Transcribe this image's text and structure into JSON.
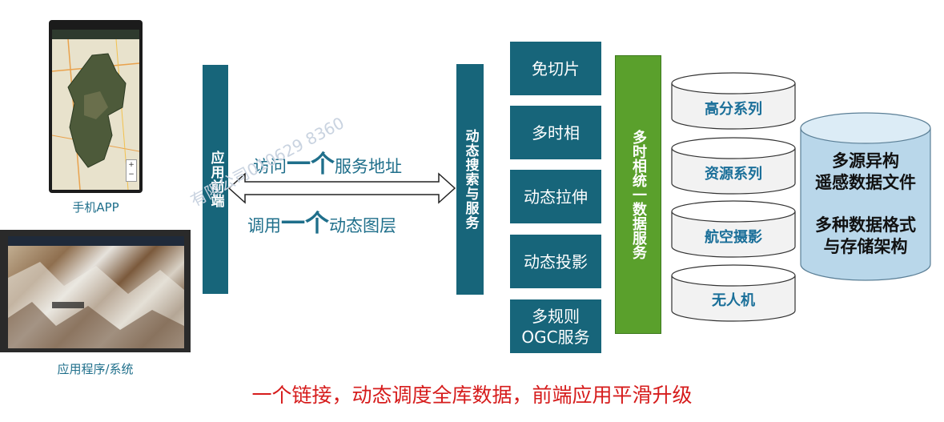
{
  "left": {
    "phone_caption": "手机APP",
    "laptop_caption": "应用程序/系统"
  },
  "frontend_bar": "应用前端",
  "flow": {
    "line1_pre": "访问",
    "line1_big": "一个",
    "line1_post": "服务地址",
    "line2_pre": "调用",
    "line2_big": "一个",
    "line2_post": "动态图层"
  },
  "search_bar": "动态搜索与服务",
  "services": [
    "免切片",
    "多时相",
    "动态拉伸",
    "动态投影",
    "多规则\nOGC服务"
  ],
  "unified_bar": "多时相统一数据服务",
  "sources": [
    "高分系列",
    "资源系列",
    "航空摄影",
    "无人机"
  ],
  "storage": {
    "line1": "多源异构",
    "line2": "遥感数据文件",
    "line3": "多种数据格式",
    "line4": "与存储架构"
  },
  "watermark": "有限公司010629 8360",
  "slogan": "一个链接，动态调度全库数据，前端应用平滑升级",
  "colors": {
    "teal": "#17657a",
    "green": "#5aa02c",
    "slogan_red": "#d61c1c",
    "cylinder_text": "#1a6f99",
    "storage_fill": "#b9d7ea"
  }
}
